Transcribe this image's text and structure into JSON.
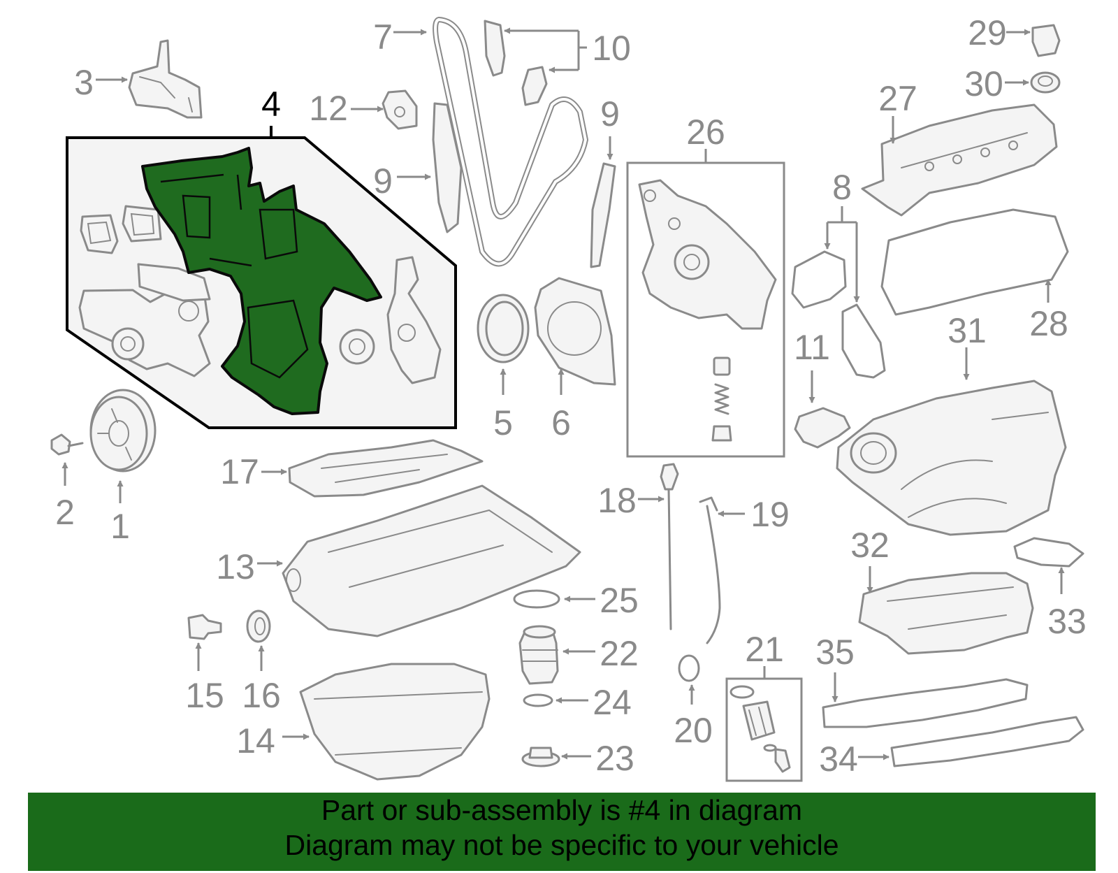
{
  "diagram": {
    "highlighted_label": "4",
    "labels": {
      "p1": "1",
      "p2": "2",
      "p3": "3",
      "p4": "4",
      "p5": "5",
      "p6": "6",
      "p7": "7",
      "p8": "8",
      "p9a": "9",
      "p9b": "9",
      "p10": "10",
      "p11": "11",
      "p12": "12",
      "p13": "13",
      "p14": "14",
      "p15": "15",
      "p16": "16",
      "p17": "17",
      "p18": "18",
      "p19": "19",
      "p20": "20",
      "p21": "21",
      "p22": "22",
      "p23": "23",
      "p24": "24",
      "p25": "25",
      "p26": "26",
      "p27": "27",
      "p28": "28",
      "p29": "29",
      "p30": "30",
      "p31": "31",
      "p32": "32",
      "p33": "33",
      "p34": "34",
      "p35": "35"
    },
    "colors": {
      "highlight": "#1f6b1f",
      "parts": "#8a8a8a",
      "banner": "#1a6b1a"
    }
  },
  "banner": {
    "line1": "Part or sub-assembly is #4 in diagram",
    "line2": "Diagram may not be specific to your vehicle"
  }
}
